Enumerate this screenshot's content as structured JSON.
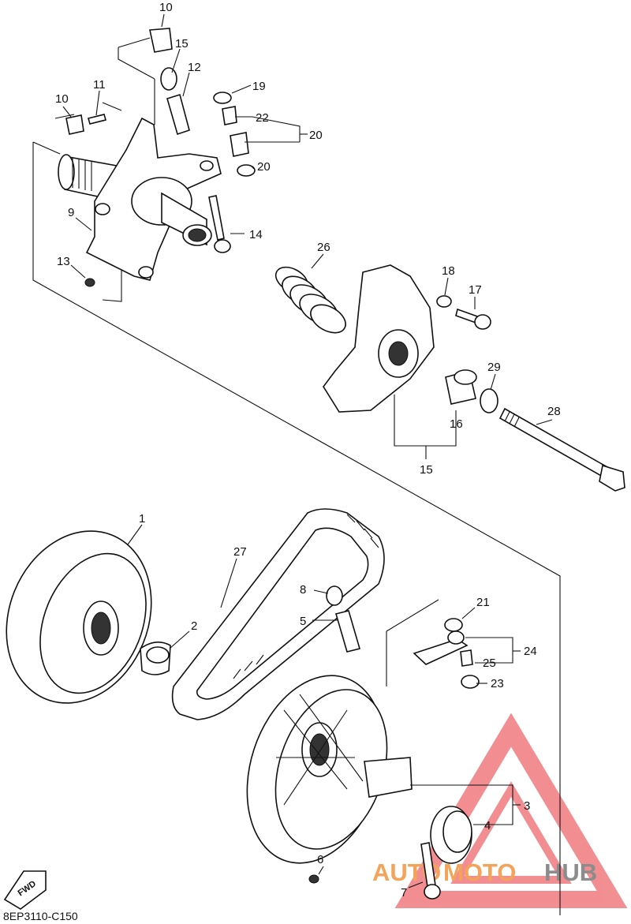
{
  "diagram_code": "8EP3110-C150",
  "fwd_label": "FWD",
  "watermark": {
    "text_a": "AUTO",
    "text_b": "MOTO",
    "text_c": "HUB",
    "color_orange": "#f4a35a",
    "color_gray": "#8c8c8c",
    "color_red": "#e8333a"
  },
  "callouts": [
    "1",
    "2",
    "3",
    "4",
    "5",
    "6",
    "7",
    "8",
    "9",
    "10",
    "10",
    "11",
    "12",
    "13",
    "14",
    "15",
    "16",
    "17",
    "18",
    "19",
    "20",
    "20",
    "21",
    "22",
    "23",
    "23",
    "24",
    "25",
    "26",
    "27",
    "28",
    "29"
  ]
}
